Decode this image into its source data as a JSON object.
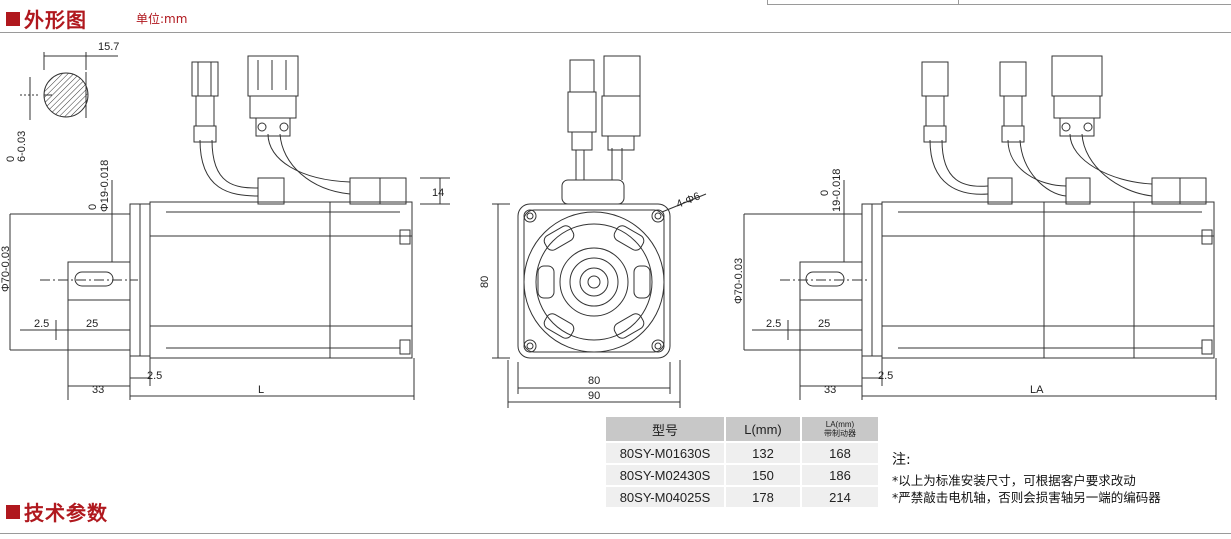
{
  "section1": {
    "title": "外形图",
    "unit": "单位:mm"
  },
  "section2": {
    "title": "技术参数"
  },
  "dims": {
    "key_width": "15.7",
    "key_depth": "6-0.03",
    "key_depth_upper": "0",
    "shaft_dia_upper": "0",
    "shaft_dia": "Φ19-0.018",
    "shaft_dia_right_upper": "0",
    "shaft_dia_right": "19-0.018",
    "flange_dia": "Φ70-0.03",
    "flange_dia_right": "Φ70-0.03",
    "connector_h": "14",
    "step_a": "2.5",
    "key_len": "25",
    "shaft_len": "33",
    "flange_thick": "2.5",
    "body_len": "L",
    "body_len_brake": "LA",
    "square_h": "80",
    "square_w": "80",
    "overall_w": "90",
    "holes": "4-Φ6",
    "step_a_right": "2.5",
    "key_len_right": "25",
    "shaft_len_right": "33",
    "flange_thick_right": "2.5"
  },
  "table": {
    "headers": [
      "型号",
      "L(mm)",
      "LA(mm)",
      "带制动器"
    ],
    "rows": [
      [
        "80SY-M01630S",
        "132",
        "168"
      ],
      [
        "80SY-M02430S",
        "150",
        "186"
      ],
      [
        "80SY-M04025S",
        "178",
        "214"
      ]
    ]
  },
  "notes": {
    "title": "注:",
    "items": [
      "*以上为标准安装尺寸，可根据客户要求改动",
      "*严禁敲击电机轴，否则会损害轴另一端的编码器"
    ]
  },
  "colors": {
    "accent": "#b0181e",
    "line": "#333333",
    "table_header": "#c8c8c8",
    "table_cell": "#efefef"
  }
}
